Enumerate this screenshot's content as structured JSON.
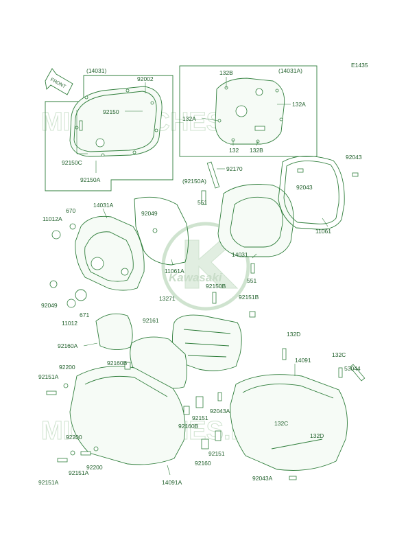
{
  "diagram_code": "E1435",
  "front_label": "FRONT",
  "watermark_text": "MICROFICHES.NET",
  "brand_logo_text": "Kawasaki",
  "colors": {
    "ink": "#2e7d3a",
    "text": "#1f5f2a",
    "watermark": "#cfe3cf"
  },
  "groups": {
    "left_box_ref": "(14031)",
    "right_box_ref": "(14031A)"
  },
  "labels": {
    "l92002": "92002",
    "l92150": "92150",
    "l92150C": "92150C",
    "l92150A_box": "92150A",
    "l132B_top": "132B",
    "l132A_r": "132A",
    "l132A_l": "132A",
    "l132": "132",
    "l132B_bot": "132B",
    "l92170": "92170",
    "l92150A_p": "(92150A)",
    "l551_a": "551",
    "l92043_top": "92043",
    "l92043_mid": "92043",
    "l11061": "11061",
    "l670": "670",
    "l11012A": "11012A",
    "l14031A": "14031A",
    "l92049_a": "92049",
    "l11061A": "11061A",
    "l14031": "14031",
    "l551_b": "551",
    "l92150B": "92150B",
    "l92151B": "92151B",
    "l13271": "13271",
    "l92049_b": "92049",
    "l11012": "11012",
    "l671": "671",
    "l92161": "92161",
    "l92160A": "92160A",
    "l92160B_a": "92160B",
    "l92200_a": "92200",
    "l92151A_a": "92151A",
    "l132D_top": "132D",
    "l14091": "14091",
    "l132C_a": "132C",
    "l53044": "53044",
    "l92151_a": "92151",
    "l92160B_b": "92160B",
    "l92043A_a": "92043A",
    "l132C_b": "132C",
    "l132D_b": "132D",
    "l92200_b": "92200",
    "l92200_c": "92200",
    "l92151A_b": "92151A",
    "l92151A_c": "92151A",
    "l92151_b": "92151",
    "l92160": "92160",
    "l14091A": "14091A",
    "l92043A_b": "92043A"
  }
}
